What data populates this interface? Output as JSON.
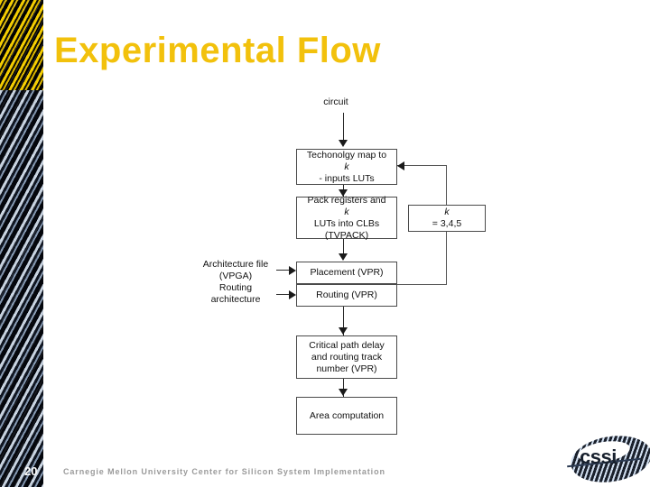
{
  "slide": {
    "title": "Experimental Flow",
    "title_color": "#F2C10C",
    "background_color": "#FFFFFF"
  },
  "sidebar": {
    "top_band_name": "circuit-board-yellow-texture",
    "bottom_band_name": "circuit-board-blue-texture"
  },
  "diagram": {
    "type": "flowchart",
    "input_label": "circuit",
    "nodes": [
      {
        "id": "techmap",
        "line1": "Techonolgy map  to",
        "line2_italic": "k",
        "line2_rest": " - inputs LUTs"
      },
      {
        "id": "pack",
        "line1_pre": "Pack registers and ",
        "line1_italic": "k",
        "line2": "LUTs into CLBs",
        "line3": "(TVPACK)"
      },
      {
        "id": "placement",
        "label": "Placement (VPR)"
      },
      {
        "id": "routing",
        "label": "Routing (VPR)"
      },
      {
        "id": "metrics",
        "line1": "Critical path delay",
        "line2": "and routing track",
        "line3": "number (VPR)"
      },
      {
        "id": "area",
        "label": "Area computation"
      }
    ],
    "side_labels": [
      {
        "id": "arch-file",
        "line1": "Architecture",
        "line2": "file (VPGA)"
      },
      {
        "id": "routing-arch",
        "line1": "Routing",
        "line2": "architecture"
      }
    ],
    "loop_box": {
      "id": "k-values",
      "italic": "k",
      "rest": " = 3,4,5"
    }
  },
  "footer": {
    "page_number": "20",
    "text": "Carnegie Mellon University Center for Silicon System Implementation",
    "text_color": "#9A9A9A"
  },
  "logo": {
    "text": "cssi"
  }
}
